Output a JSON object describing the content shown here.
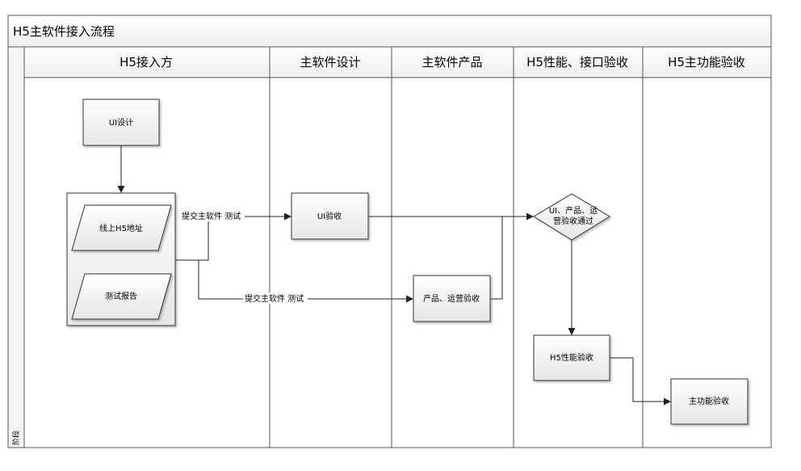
{
  "diagram": {
    "title": "H5主软件接入流程",
    "stage_label": "阶段",
    "lanes": [
      {
        "id": "h5",
        "label": "H5接入方"
      },
      {
        "id": "design",
        "label": "主软件设计"
      },
      {
        "id": "product",
        "label": "主软件产品"
      },
      {
        "id": "perf",
        "label": "H5性能、接口验收"
      },
      {
        "id": "func",
        "label": "H5主功能验收"
      }
    ],
    "nodes": {
      "ui_design": {
        "label": "UI设计"
      },
      "online_url": {
        "label": "线上H5地址"
      },
      "test_report": {
        "label": "测试报告"
      },
      "ui_check": {
        "label": "UI验收"
      },
      "product_ops_check": {
        "label": "产品、运营验收"
      },
      "decision_line1": "UI、产品、运",
      "decision_line2": "营验收通过",
      "h5_perf_check": {
        "label": "H5性能验收"
      },
      "main_func_check": {
        "label": "主功能验收"
      }
    },
    "edges": {
      "submit_to_design": "提交主软件 测试",
      "submit_to_product": "提交主软件 测试"
    }
  }
}
